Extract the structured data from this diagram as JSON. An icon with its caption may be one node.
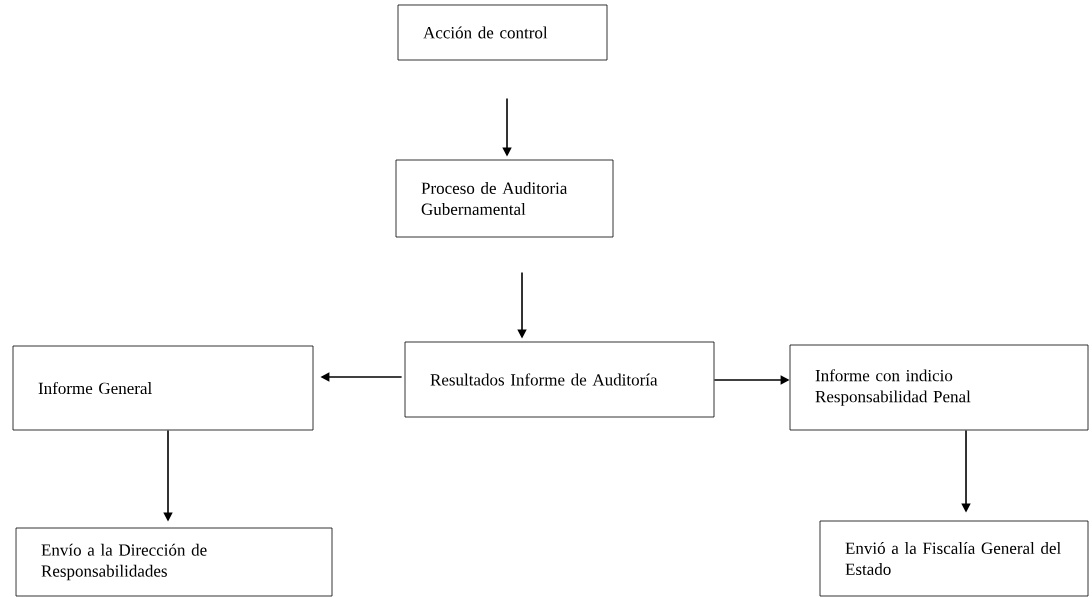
{
  "diagram": {
    "nodes": [
      {
        "text": [
          "Acción de control"
        ]
      },
      {
        "text": [
          "Proceso de Auditoria Gubernamental"
        ]
      },
      {
        "text": [
          "Resultados Informe de Auditoría"
        ]
      },
      {
        "text": [
          "Informe General"
        ]
      },
      {
        "text": [
          "Informe con indicio Responsabilidad Penal"
        ]
      },
      {
        "text": [
          "Envío a la Dirección de Responsabilidades"
        ]
      },
      {
        "text": [
          "Envió a la Fiscalía General del Estado"
        ]
      }
    ],
    "edges": [
      {
        "from": 0,
        "to": 1,
        "arrow": "to"
      },
      {
        "from": 1,
        "to": 2,
        "arrow": "to"
      },
      {
        "from": 2,
        "to": 3,
        "arrow": "to"
      },
      {
        "from": 2,
        "to": 4,
        "arrow": "to"
      },
      {
        "from": 3,
        "to": 5,
        "arrow": "to"
      },
      {
        "from": 4,
        "to": 6,
        "arrow": "to"
      }
    ]
  }
}
